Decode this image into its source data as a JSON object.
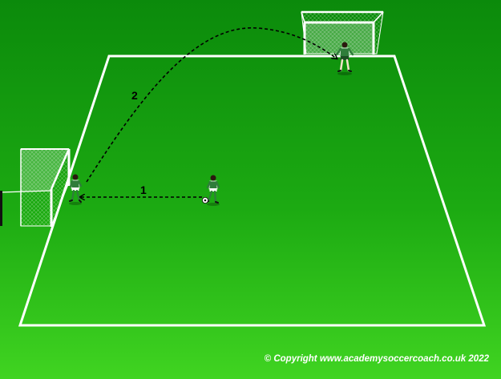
{
  "steps": [
    {
      "label": "1"
    },
    {
      "label": "2"
    }
  ],
  "copyright": "© Copyright www.academysoccercoach.co.uk 2022",
  "colors": {
    "grass_top": "#0b8a0b",
    "grass_bottom": "#3dd21f",
    "lines": "#ffffff",
    "player_shirt": "#2f7d3a",
    "arrows": "#000000"
  },
  "players": [
    {
      "role": "goalkeeper"
    },
    {
      "role": "server-with-ball"
    },
    {
      "role": "receiver-near-goal"
    }
  ]
}
